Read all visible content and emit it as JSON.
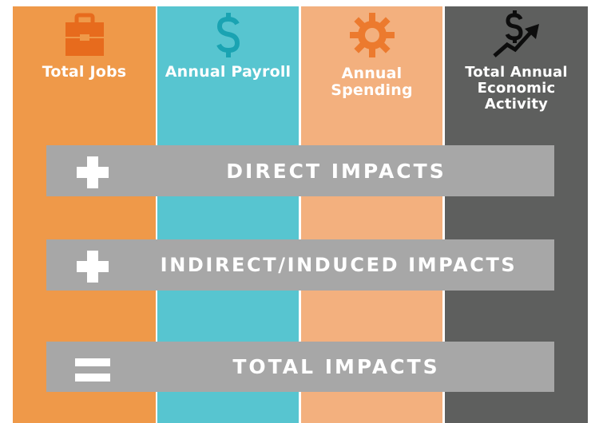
{
  "colors": {
    "jobs": "#ef9949",
    "payroll": "#57c5d0",
    "spending": "#f3b07e",
    "activity": "#5e5f5e",
    "band": "#a7a7a7",
    "jobs_icon": "#e76b1d",
    "payroll_icon": "#1aa3b2",
    "spending_icon": "#ec7a2e",
    "text": "#ffffff"
  },
  "columns": [
    {
      "title": "Total Jobs",
      "icon": "briefcase-icon"
    },
    {
      "title": "Annual Payroll",
      "icon": "dollar-sign-icon"
    },
    {
      "title": "Annual\nSpending",
      "icon": "gear-icon"
    },
    {
      "title": "Total Annual\nEconomic\nActivity",
      "icon": "dollar-trend-up-icon"
    }
  ],
  "bands": [
    {
      "operator": "plus",
      "label": "DIRECT IMPACTS"
    },
    {
      "operator": "plus",
      "label": "INDIRECT/INDUCED IMPACTS"
    },
    {
      "operator": "equals",
      "label": "TOTAL IMPACTS"
    }
  ]
}
